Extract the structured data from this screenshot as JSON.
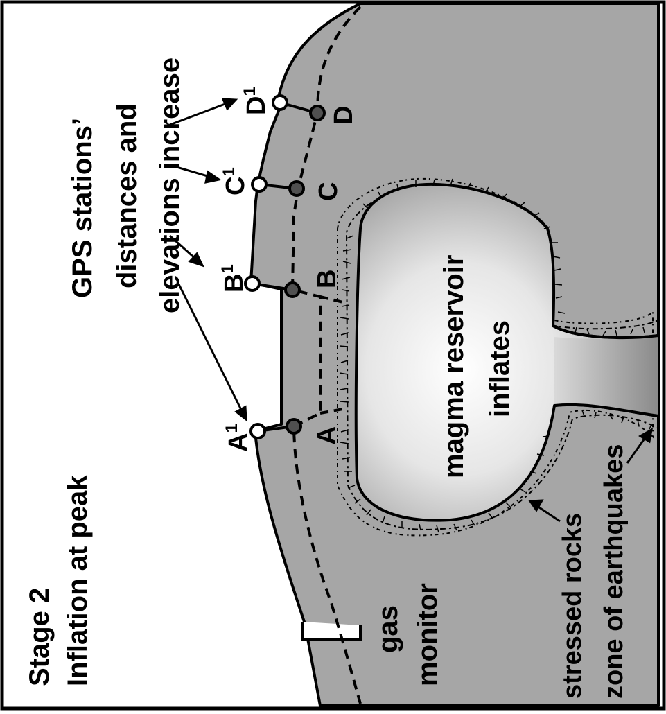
{
  "stage": {
    "title": "Stage 2",
    "subtitle": "Inflation at peak"
  },
  "gps_note": {
    "line1": "GPS stations’",
    "line2": "distances and",
    "line3": "elevations increase"
  },
  "stations": {
    "a_original": "A",
    "b_original": "B",
    "c_original": "C",
    "d_original": "D",
    "a_moved": "A",
    "b_moved": "B",
    "c_moved": "C",
    "d_moved": "D",
    "moved_superscript": "1"
  },
  "reservoir": {
    "line1": "magma reservoir",
    "line2": "inflates"
  },
  "gas": {
    "line1": "gas",
    "line2": "monitor"
  },
  "stress": {
    "line1": "stressed rocks",
    "line2": "zone of earthquakes"
  },
  "colors": {
    "ground": "#a6a6a6",
    "reservoir_core": "#ffffff",
    "reservoir_edge": "#8c8c8c",
    "original_station": "#505050",
    "moved_station": "#ffffff",
    "ink": "#000000"
  }
}
